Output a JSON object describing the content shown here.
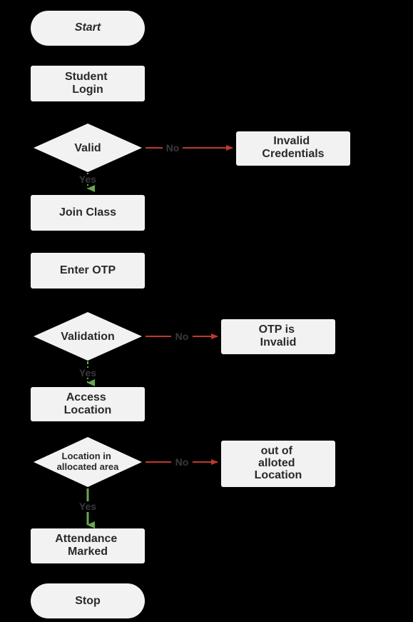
{
  "colors": {
    "background": "#000000",
    "node_fill": "#f2f2f2",
    "text": "#2a2a2a",
    "yes_arrow": "#6aa84f",
    "no_arrow": "#c0392b",
    "edge_label": "#3a3a3a"
  },
  "nodes": {
    "start": [
      "Start"
    ],
    "student_login": [
      "Student",
      "Login"
    ],
    "valid": [
      "Valid"
    ],
    "invalid_credentials": [
      "Invalid",
      "Credentials"
    ],
    "join_class": [
      "Join Class"
    ],
    "enter_otp": [
      "Enter OTP"
    ],
    "validation": [
      "Validation"
    ],
    "otp_invalid": [
      "OTP is",
      "Invalid"
    ],
    "access_location": [
      "Access",
      "Location"
    ],
    "location_check": [
      "Location in",
      "allocated area"
    ],
    "out_of_location": [
      "out of",
      "alloted",
      "Location"
    ],
    "attendance_marked": [
      "Attendance",
      "Marked"
    ],
    "stop": [
      "Stop"
    ]
  },
  "edges": {
    "yes": "Yes",
    "no": "No"
  }
}
